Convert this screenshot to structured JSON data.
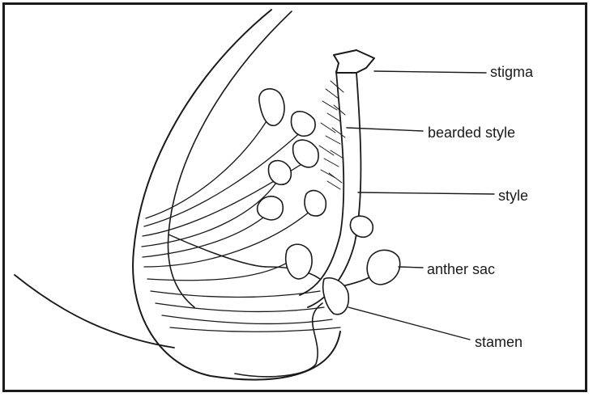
{
  "labels": {
    "stigma": "stigma",
    "bearded_style": "bearded style",
    "style": "style",
    "anther_sac": "anther sac",
    "stamen": "stamen"
  }
}
